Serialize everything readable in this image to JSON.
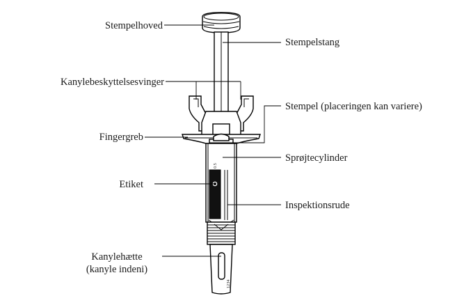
{
  "labels": {
    "plunger_head": "Stempelhoved",
    "plunger_rod": "Stempelstang",
    "needle_guard_wings": "Kanylebeskyttelsesvinger",
    "stopper": "Stempel (placeringen kan variere)",
    "finger_grip": "Fingergreb",
    "syringe_barrel": "Sprøjtecylinder",
    "label": "Etiket",
    "inspection_window": "Inspektionsrude",
    "needle_cap_line1": "Kanylehætte",
    "needle_cap_line2": "(kanyle indeni)"
  },
  "small_text": {
    "barrel_mark": "0.5",
    "code": "1234"
  }
}
